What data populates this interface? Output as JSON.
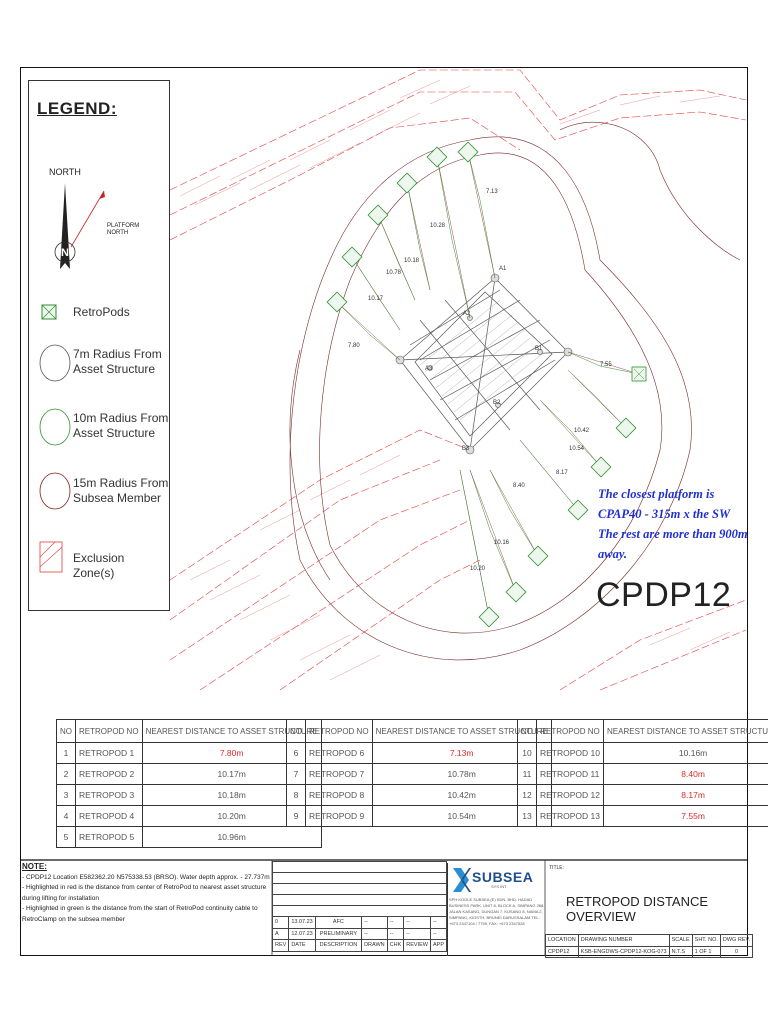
{
  "legend": {
    "title": "LEGEND:",
    "north_label": "NORTH",
    "platform_north_line1": "PLATFORM",
    "platform_north_line2": "NORTH",
    "items": [
      {
        "line1": "RetroPods",
        "line2": ""
      },
      {
        "line1": "7m Radius From",
        "line2": "Asset Structure"
      },
      {
        "line1": "10m Radius From",
        "line2": "Asset Structure"
      },
      {
        "line1": "15m Radius From",
        "line2": "Subsea Member"
      },
      {
        "line1": "Exclusion Zone(s)",
        "line2": ""
      }
    ]
  },
  "note": {
    "line1": "The closest platform is",
    "line2": "CPAP40 - 315m x the SW",
    "line3": "The rest are more than 900m",
    "line4": "away."
  },
  "platform_name": "CPDP12",
  "node_labels": {
    "a1": "A1",
    "a2": "A2",
    "a3": "A3",
    "b1": "B1",
    "b2": "B2",
    "b3": "B3"
  },
  "distance_labels": [
    "7.13",
    "10.28",
    "10.18",
    "10.78",
    "10.17",
    "7.80",
    "10.42",
    "7.55",
    "8.17",
    "10.54",
    "8.40",
    "10.16",
    "10.20"
  ],
  "colors": {
    "exclusion": "#e04040",
    "retropod": "#2f8f2f",
    "radius": "#8a1f1f",
    "note": "#1f2fd0"
  },
  "tables": {
    "headers": [
      "NO",
      "RETROPOD NO",
      "NEAREST DISTANCE TO ASSET STRUCTURE"
    ],
    "t1": [
      {
        "no": "1",
        "pod": "RETROPOD 1",
        "dist": "7.80m",
        "red": true
      },
      {
        "no": "2",
        "pod": "RETROPOD 2",
        "dist": "10.17m",
        "red": false
      },
      {
        "no": "3",
        "pod": "RETROPOD 3",
        "dist": "10.18m",
        "red": false
      },
      {
        "no": "4",
        "pod": "RETROPOD 4",
        "dist": "10.20m",
        "red": false
      },
      {
        "no": "5",
        "pod": "RETROPOD 5",
        "dist": "10.96m",
        "red": false
      }
    ],
    "t2": [
      {
        "no": "6",
        "pod": "RETROPOD 6",
        "dist": "7.13m",
        "red": true
      },
      {
        "no": "7",
        "pod": "RETROPOD 7",
        "dist": "10.78m",
        "red": false
      },
      {
        "no": "8",
        "pod": "RETROPOD 8",
        "dist": "10.42m",
        "red": false
      },
      {
        "no": "9",
        "pod": "RETROPOD 9",
        "dist": "10.54m",
        "red": false
      }
    ],
    "t3": [
      {
        "no": "10",
        "pod": "RETROPOD 10",
        "dist": "10.16m",
        "red": false
      },
      {
        "no": "11",
        "pod": "RETROPOD 11",
        "dist": "8.40m",
        "red": true
      },
      {
        "no": "12",
        "pod": "RETROPOD 12",
        "dist": "8.17m",
        "red": true
      },
      {
        "no": "13",
        "pod": "RETROPOD 13",
        "dist": "7.55m",
        "red": true
      }
    ]
  },
  "notes": {
    "heading": "NOTE:",
    "items": [
      "- CPDP12 Location E582362.20 N575338.53 (BRSO). Water depth approx. - 27.737m",
      "- Highlighted in red is the distance from center of RetroPod to nearest asset structure during lifting for installation",
      "- Highlighted in green is the distance from the start of RetroPod continuity cable to RetroClamp on the subsea member"
    ]
  },
  "revisions": {
    "rows": [
      {
        "rev": "0",
        "date": "13.07.23",
        "desc": "AFC",
        "drawn": "--",
        "chk": "--",
        "review": "--",
        "app": "--"
      },
      {
        "rev": "A",
        "date": "12.07.23",
        "desc": "PRELIMINARY",
        "drawn": "--",
        "chk": "--",
        "review": "--",
        "app": "--"
      }
    ],
    "header": {
      "rev": "REV",
      "date": "DATE",
      "desc": "DESCRIPTION",
      "drawn": "DRAWN",
      "chk": "CHK",
      "review": "REVIEW",
      "app": "APP"
    }
  },
  "company": {
    "name": "SUBSEA",
    "subname": "SYS INT",
    "address": "SPH KOOLE SUBSEA (E) SDN. BHD. HADAD BUSINESS PARK, UNIT 8, BLOCK A, SIMPANG 288, JALAN KASANG, DUNGAN 7, KUSANG 8, NAMA 2, SIMPANG, KIOSTH, BRUNEI DARUSSALAM TEL: +673 2347104 / 7759, FAX: +673 2347528"
  },
  "title_block": {
    "title_label": "TITLE:",
    "title": "RETROPOD DISTANCE OVERVIEW",
    "labels": {
      "location": "LOCATION",
      "drawing_number": "DRAWING NUMBER",
      "scale": "SCALE",
      "sht": "SHT. NO.",
      "rev": "DWG REV."
    },
    "values": {
      "location": "CPDP12",
      "drawing_number": "KSB-ENGDWS-CPDP12-KOG-073",
      "scale": "N.T.S",
      "sht": "1 OF 1",
      "rev": "0"
    }
  }
}
